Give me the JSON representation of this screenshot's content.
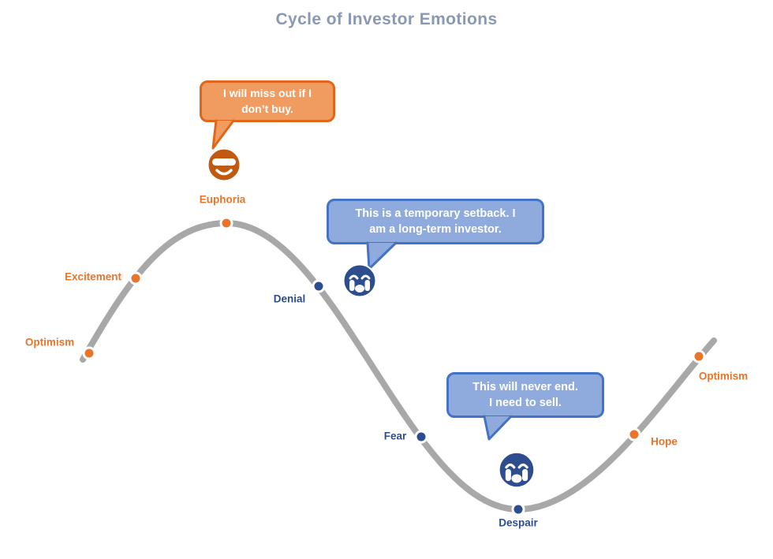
{
  "title": "Cycle of Investor Emotions",
  "points": [
    {
      "id": "optimism-start",
      "label": "Optimism",
      "sentiment": "positive"
    },
    {
      "id": "excitement",
      "label": "Excitement",
      "sentiment": "positive"
    },
    {
      "id": "euphoria",
      "label": "Euphoria",
      "sentiment": "positive"
    },
    {
      "id": "denial",
      "label": "Denial",
      "sentiment": "negative"
    },
    {
      "id": "fear",
      "label": "Fear",
      "sentiment": "negative"
    },
    {
      "id": "despair",
      "label": "Despair",
      "sentiment": "negative"
    },
    {
      "id": "hope",
      "label": "Hope",
      "sentiment": "positive"
    },
    {
      "id": "optimism-return",
      "label": "Optimism",
      "sentiment": "positive"
    }
  ],
  "bubbles": [
    {
      "id": "euphoria-thought",
      "lines": [
        "I will miss out if I",
        "don’t buy."
      ],
      "icon": "excited-face-icon",
      "style": "orange"
    },
    {
      "id": "denial-thought",
      "lines": [
        "This is a temporary setback. I",
        "am a long-term investor."
      ],
      "icon": "crying-face-icon",
      "style": "blue"
    },
    {
      "id": "despair-thought",
      "lines": [
        "This will never end.",
        "I need to sell."
      ],
      "icon": "crying-face-icon",
      "style": "blue"
    }
  ],
  "colors": {
    "curve": "#a8a8a8",
    "positive": "#e8752b",
    "positive_dark": "#c05a11",
    "negative": "#2e4d8f",
    "orange_bubble_fill": "#f09c60",
    "orange_bubble_border": "#e2661a",
    "blue_bubble_fill": "#8faadc",
    "blue_bubble_border": "#4472c4",
    "title_text": "#8a99b3"
  }
}
